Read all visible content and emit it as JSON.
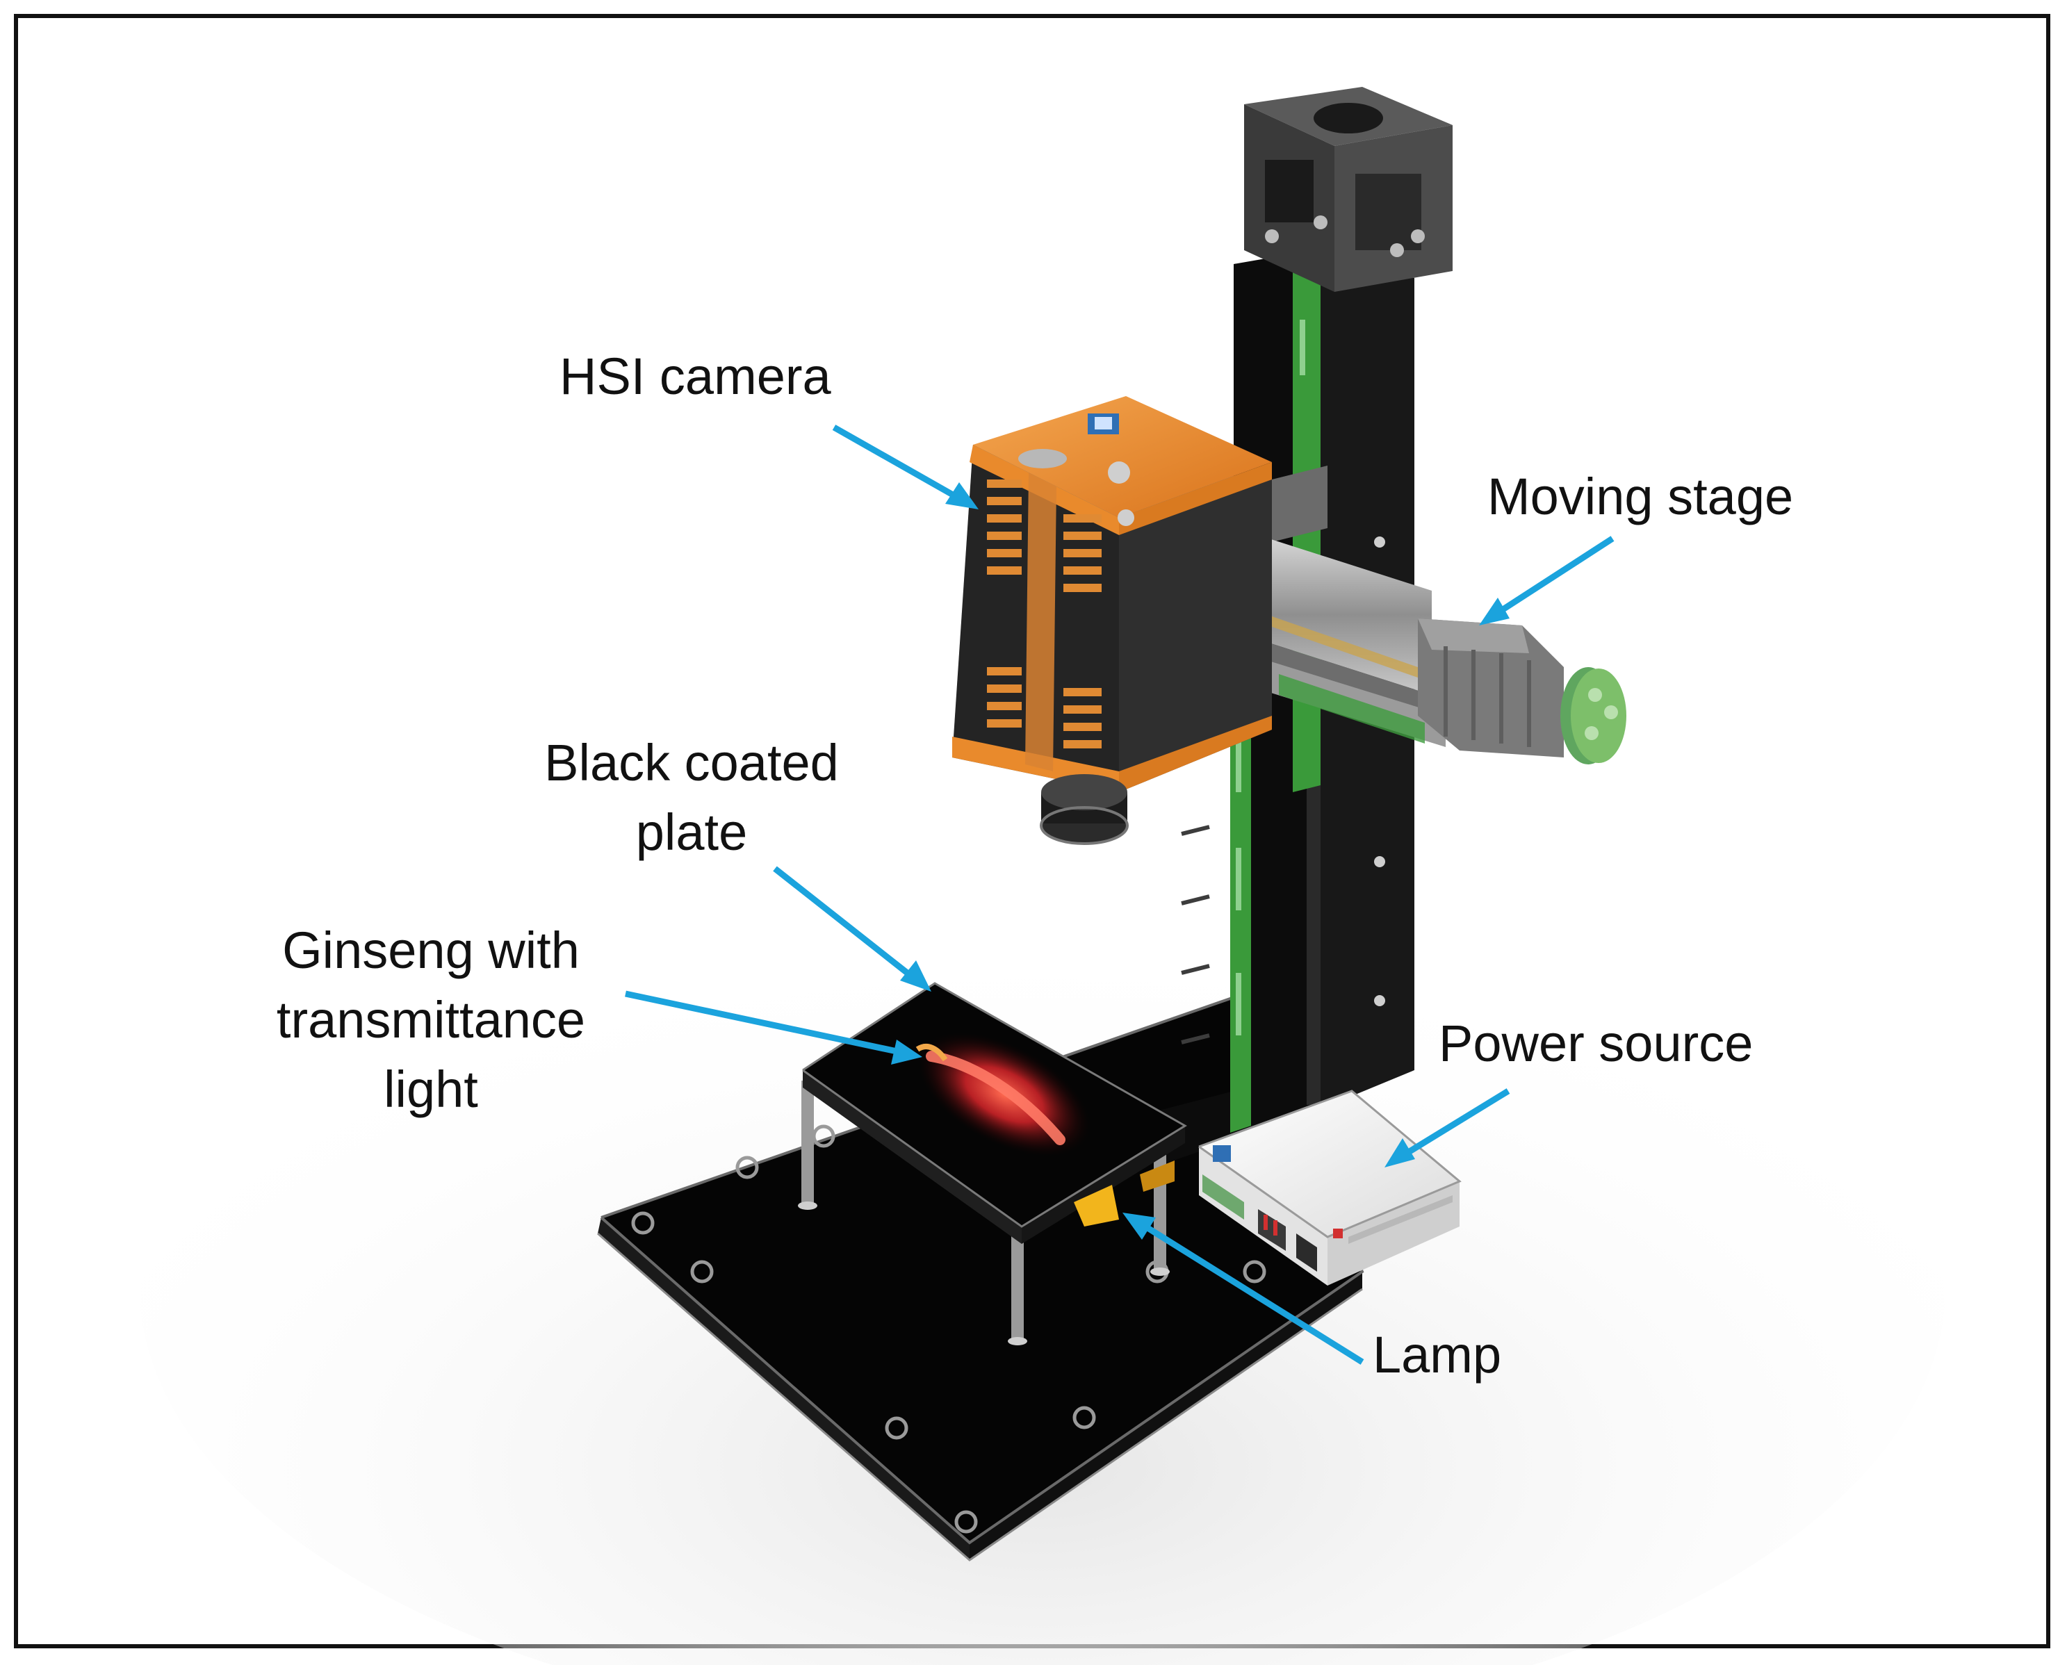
{
  "labels": {
    "hsi_camera": "HSI camera",
    "moving_stage": "Moving stage",
    "black_plate": [
      "Black coated",
      "plate"
    ],
    "ginseng": [
      "Ginseng with",
      "transmittance",
      "light"
    ],
    "power_source": "Power source",
    "lamp": "Lamp"
  },
  "colors": {
    "arrow": "#1ba3dd",
    "camera_orange": "#e98a2c",
    "camera_body": "#2b2b2b",
    "rail_green": "#3a9a3a",
    "stage_green": "#7dbf6a",
    "base_black": "#050505",
    "ginseng_glow": "#ff4a3a",
    "lamp_yellow": "#f2b51c",
    "power_white": "#f2f2f2"
  }
}
